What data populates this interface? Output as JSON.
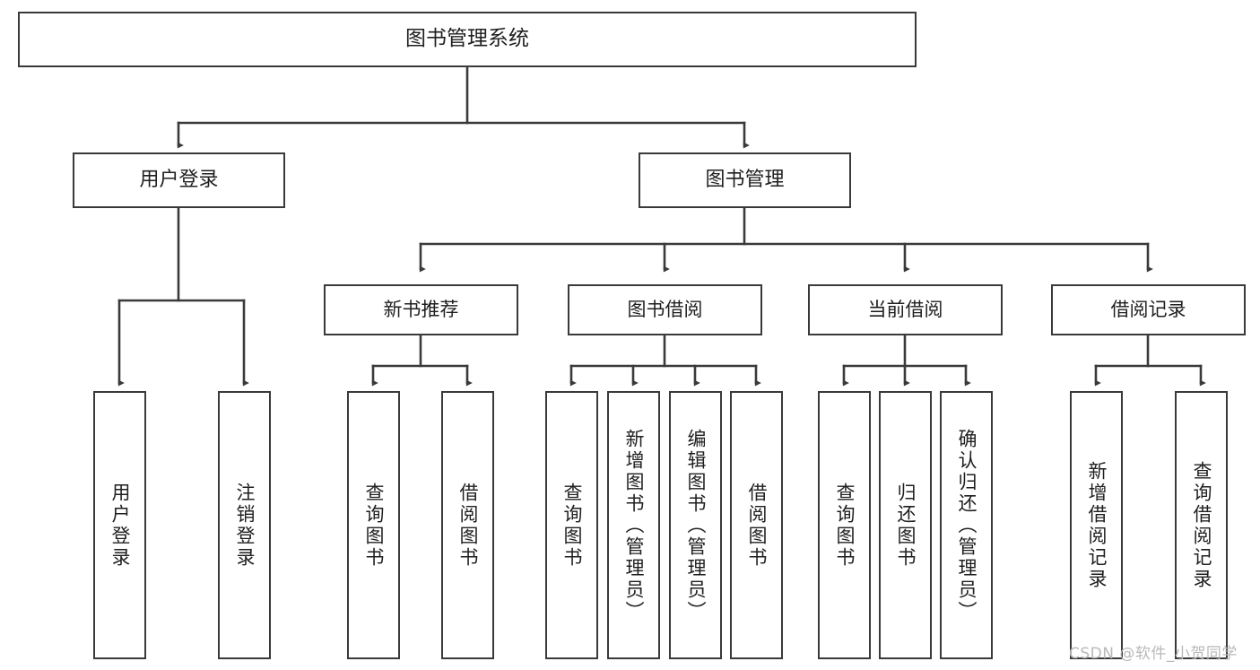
{
  "diagram": {
    "type": "tree",
    "title": "图书管理系统",
    "root": {
      "label": "图书管理系统"
    },
    "level1": [
      {
        "id": "user-login",
        "label": "用户登录"
      },
      {
        "id": "book-management",
        "label": "图书管理"
      }
    ],
    "level2": [
      {
        "id": "new-book-recommend",
        "label": "新书推荐",
        "parent": "book-management"
      },
      {
        "id": "book-borrow",
        "label": "图书借阅",
        "parent": "book-management"
      },
      {
        "id": "current-borrow",
        "label": "当前借阅",
        "parent": "book-management"
      },
      {
        "id": "borrow-record",
        "label": "借阅记录",
        "parent": "book-management"
      }
    ],
    "leaves": [
      {
        "id": "leaf-user-login",
        "label": "用户登录",
        "parent": "user-login"
      },
      {
        "id": "leaf-logout-login",
        "label": "注销登录",
        "parent": "user-login"
      },
      {
        "id": "leaf-query-book-1",
        "label": "查询图书",
        "parent": "new-book-recommend"
      },
      {
        "id": "leaf-borrow-book-1",
        "label": "借阅图书",
        "parent": "new-book-recommend"
      },
      {
        "id": "leaf-query-book-2",
        "label": "查询图书",
        "parent": "book-borrow"
      },
      {
        "id": "leaf-add-book",
        "label": "新增图书（管理员）",
        "parent": "book-borrow"
      },
      {
        "id": "leaf-edit-book",
        "label": "编辑图书（管理员）",
        "parent": "book-borrow"
      },
      {
        "id": "leaf-borrow-book-2",
        "label": "借阅图书",
        "parent": "book-borrow"
      },
      {
        "id": "leaf-query-book-3",
        "label": "查询图书",
        "parent": "current-borrow"
      },
      {
        "id": "leaf-return-book",
        "label": "归还图书",
        "parent": "current-borrow"
      },
      {
        "id": "leaf-confirm-return",
        "label": "确认归还（管理员）",
        "parent": "current-borrow"
      },
      {
        "id": "leaf-add-record",
        "label": "新增借阅记录",
        "parent": "borrow-record"
      },
      {
        "id": "leaf-query-record",
        "label": "查询借阅记录",
        "parent": "borrow-record"
      }
    ],
    "colors": {
      "border": "#3a3a3a",
      "background": "#ffffff",
      "text": "#1f1f1f",
      "connector": "#3a3a3a",
      "watermark": "#b9b9b9"
    }
  },
  "watermark": {
    "text": "CSDN @软件_小贺同学"
  }
}
